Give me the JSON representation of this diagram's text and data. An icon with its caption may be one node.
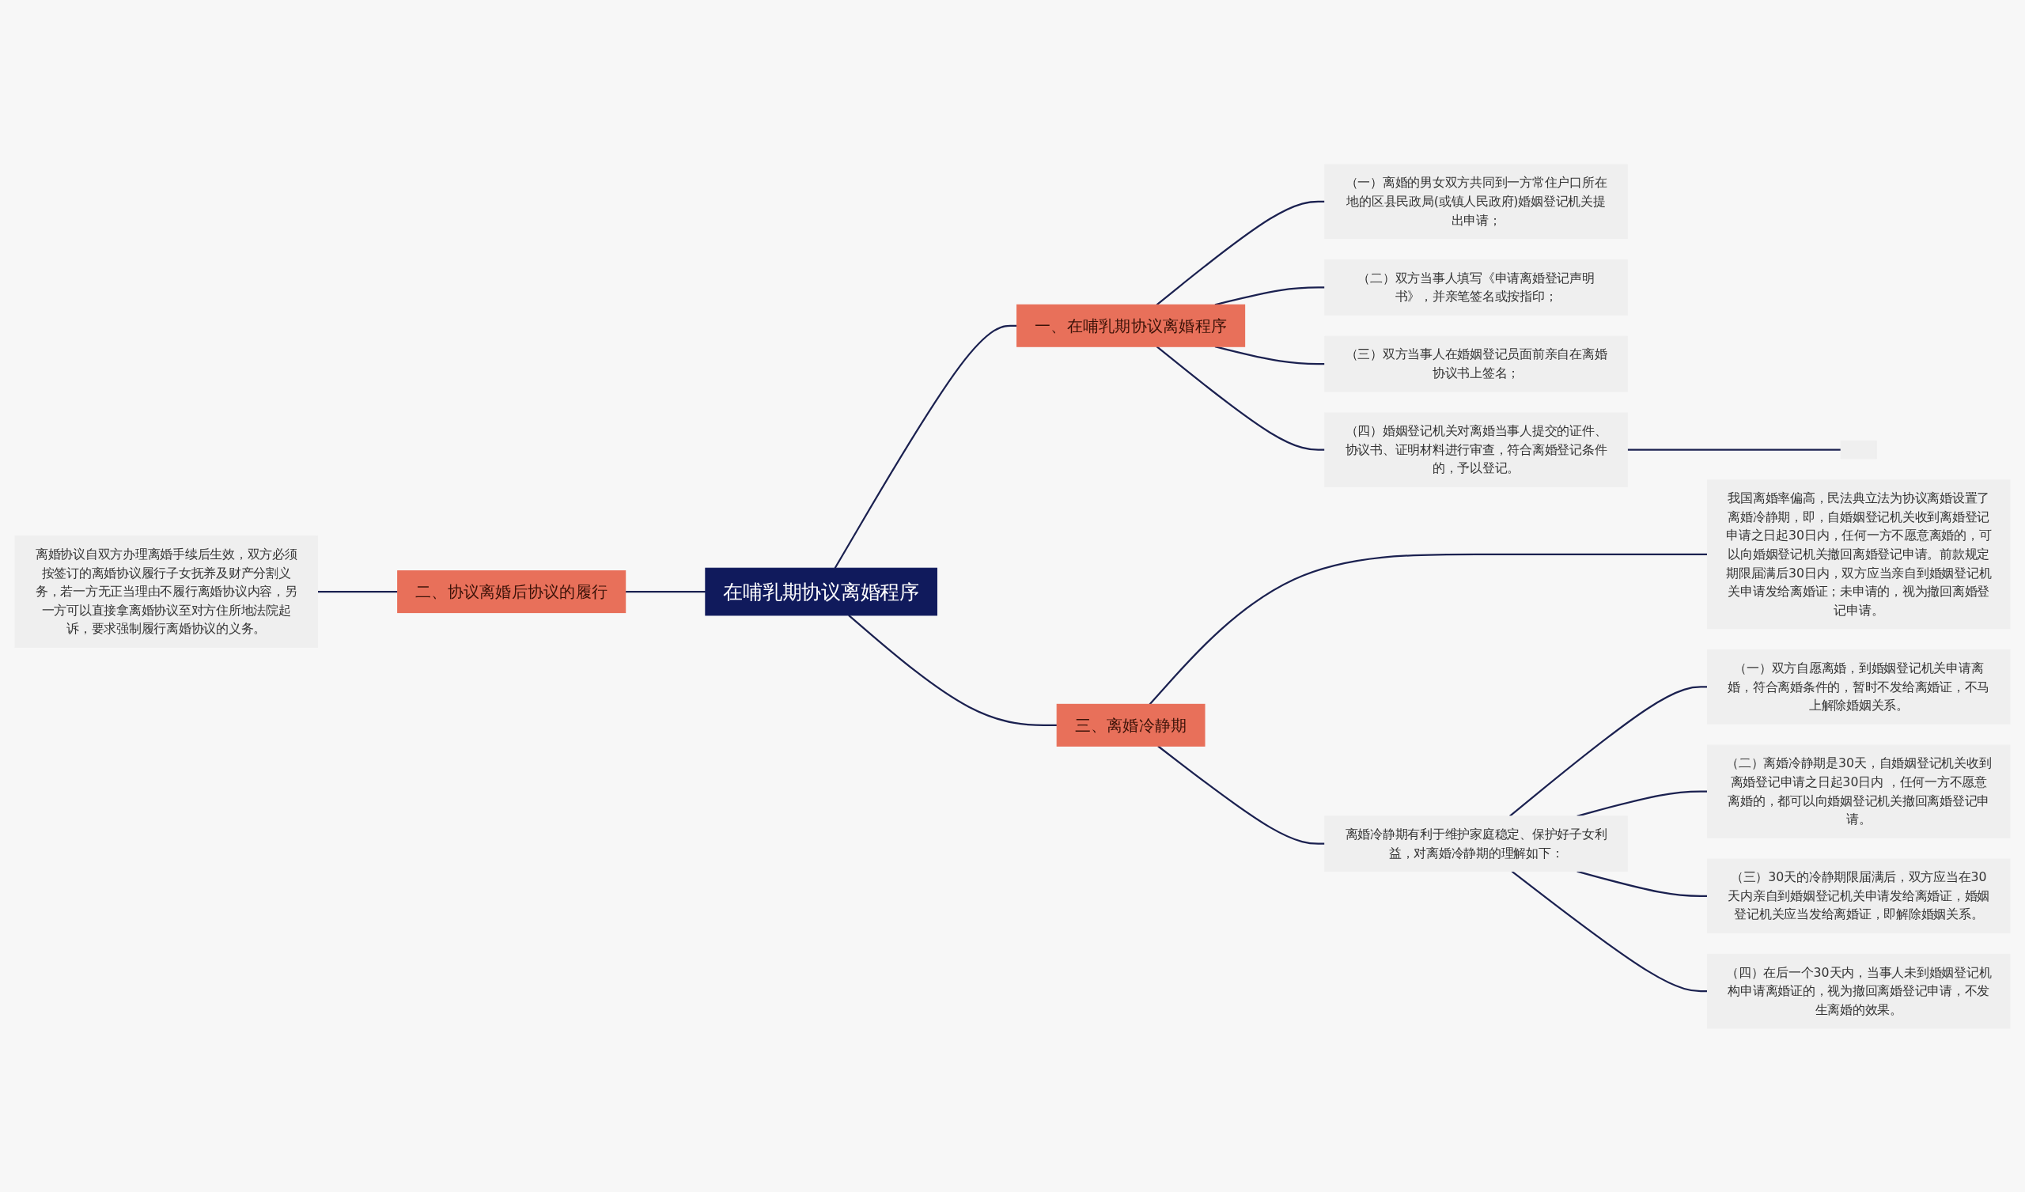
{
  "diagram": {
    "nodes": [
      {
        "text": [
          "在哺乳期协议离婚程序"
        ]
      },
      {
        "text": [
          "一、在哺乳期协议离婚程序"
        ]
      },
      {
        "text": [
          "（一）离婚的男女双方共同到一方常住户口所在地的区县民政局(或镇人民政府)婚姻登记机关提出申请；"
        ]
      },
      {
        "text": [
          "（二）双方当事人填写《申请离婚登记声明书》，并亲笔签名或按指印；"
        ]
      },
      {
        "text": [
          "（三）双方当事人在婚姻登记员面前亲自在离婚协议书上签名；"
        ]
      },
      {
        "text": [
          "（四）婚姻登记机关对离婚当事人提交的证件、协议书、证明材料进行审查，符合离婚登记条件的，予以登记。"
        ]
      },
      {
        "text": [],
        "shape": "box"
      },
      {
        "text": [
          "二、协议离婚后协议的履行"
        ]
      },
      {
        "text": [
          "离婚协议自双方办理离婚手续后生效，双方必须按签订的离婚协议履行子女抚养及财产分割义务，若一方无正当理由不履行离婚协议内容，另一方可以直接拿离婚协议至对方住所地法院起诉，要求强制履行离婚协议的义务。"
        ]
      },
      {
        "text": [
          "三、离婚冷静期"
        ]
      },
      {
        "text": [
          "我国离婚率偏高，民法典立法为协议离婚设置了离婚冷静期，即，自婚姻登记机关收到离婚登记申请之日起30日内，任何一方不愿意离婚的，可以向婚姻登记机关撤回离婚登记申请。前款规定期限届满后30日内，双方应当亲自到婚姻登记机关申请发给离婚证；未申请的，视为撤回离婚登记申请。"
        ]
      },
      {
        "text": [
          "离婚冷静期有利于维护家庭稳定、保护好子女利益，对离婚冷静期的理解如下："
        ]
      },
      {
        "text": [
          "（一）双方自愿离婚，到婚姻登记机关申请离婚，符合离婚条件的，暂时不发给离婚证，不马上解除婚姻关系。"
        ]
      },
      {
        "text": [
          "（二）离婚冷静期是30天，自婚姻登记机关收到离婚登记申请之日起30日内 ，任何一方不愿意离婚的，都可以向婚姻登记机关撤回离婚登记申请。"
        ]
      },
      {
        "text": [
          "（三）30天的冷静期限届满后，双方应当在30天内亲自到婚姻登记机关申请发给离婚证，婚姻登记机关应当发给离婚证，即解除婚姻关系。"
        ]
      },
      {
        "text": [
          "（四）在后一个30天内，当事人未到婚姻登记机构申请离婚证的，视为撤回离婚登记申请，不发生离婚的效果。"
        ]
      }
    ],
    "edges": [
      {
        "from": 0,
        "to": 1,
        "arrow": "none"
      },
      {
        "from": 1,
        "to": 2,
        "arrow": "none"
      },
      {
        "from": 1,
        "to": 3,
        "arrow": "none"
      },
      {
        "from": 1,
        "to": 4,
        "arrow": "none"
      },
      {
        "from": 1,
        "to": 5,
        "arrow": "none"
      },
      {
        "from": 5,
        "to": 6,
        "arrow": "none"
      },
      {
        "from": 8,
        "to": 7,
        "arrow": "none"
      },
      {
        "from": 7,
        "to": 0,
        "arrow": "none"
      },
      {
        "from": 0,
        "to": 9,
        "arrow": "none"
      },
      {
        "from": 9,
        "to": 10,
        "arrow": "none"
      },
      {
        "from": 9,
        "to": 11,
        "arrow": "none"
      },
      {
        "from": 11,
        "to": 12,
        "arrow": "none"
      },
      {
        "from": 11,
        "to": 13,
        "arrow": "none"
      },
      {
        "from": 11,
        "to": 14,
        "arrow": "none"
      },
      {
        "from": 11,
        "to": 15,
        "arrow": "none"
      }
    ]
  }
}
